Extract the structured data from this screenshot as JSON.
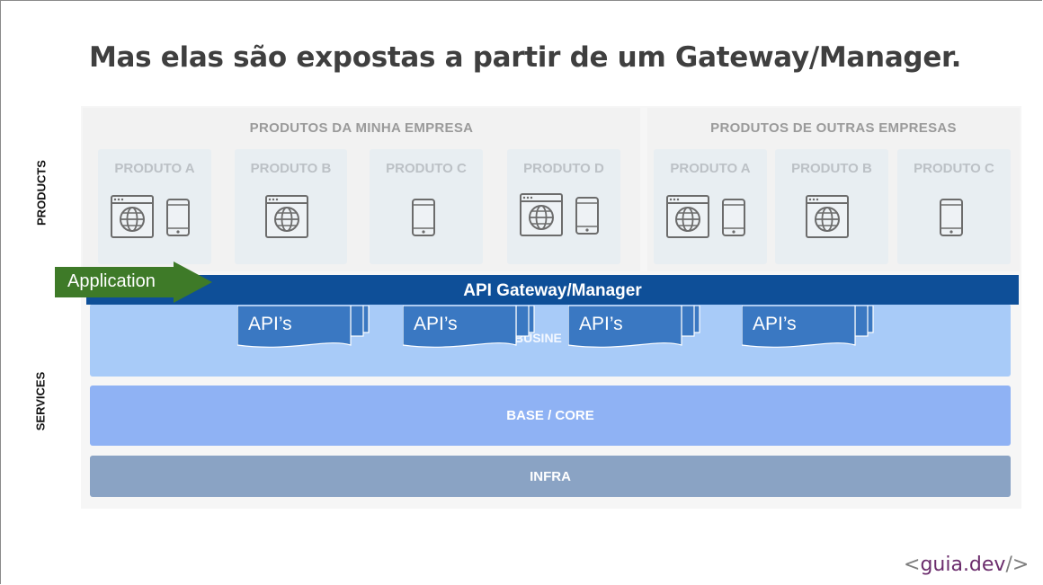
{
  "slide": {
    "title": "Mas elas são expostas a partir de um Gateway/Manager."
  },
  "side_labels": {
    "products": "PRODUCTS",
    "services": "SERVICES"
  },
  "groups": [
    {
      "title": "PRODUTOS DA MINHA EMPRESA",
      "products": [
        {
          "name": "PRODUTO A",
          "icons": [
            "web-browser-icon",
            "mobile-phone-icon"
          ]
        },
        {
          "name": "PRODUTO B",
          "icons": [
            "web-browser-icon"
          ]
        },
        {
          "name": "PRODUTO C",
          "icons": [
            "mobile-phone-icon"
          ]
        },
        {
          "name": "PRODUTO D",
          "icons": [
            "web-browser-icon",
            "mobile-phone-icon"
          ]
        }
      ]
    },
    {
      "title": "PRODUTOS DE OUTRAS EMPRESAS",
      "products": [
        {
          "name": "PRODUTO A",
          "icons": [
            "web-browser-icon",
            "mobile-phone-icon"
          ]
        },
        {
          "name": "PRODUTO B",
          "icons": [
            "web-browser-icon"
          ]
        },
        {
          "name": "PRODUTO C",
          "icons": [
            "mobile-phone-icon"
          ]
        }
      ]
    }
  ],
  "application_label": "Application",
  "gateway_label": "API Gateway/Manager",
  "api_label": "API’s",
  "layers": {
    "business": "BUSINE",
    "base_core": "BASE / CORE",
    "infra": "INFRA"
  },
  "colors": {
    "title": "#3f3f3f",
    "gateway": "#0e4f98",
    "api_doc": "#3a78c2",
    "business": "#a8cbf8",
    "base_core": "#8fb2f4",
    "infra": "#8aa3c4",
    "application_arrow": "#3e7a28",
    "logo": "#6b2c6c"
  },
  "logo": {
    "open": "<",
    "name": "guia.dev",
    "close": "/>"
  }
}
